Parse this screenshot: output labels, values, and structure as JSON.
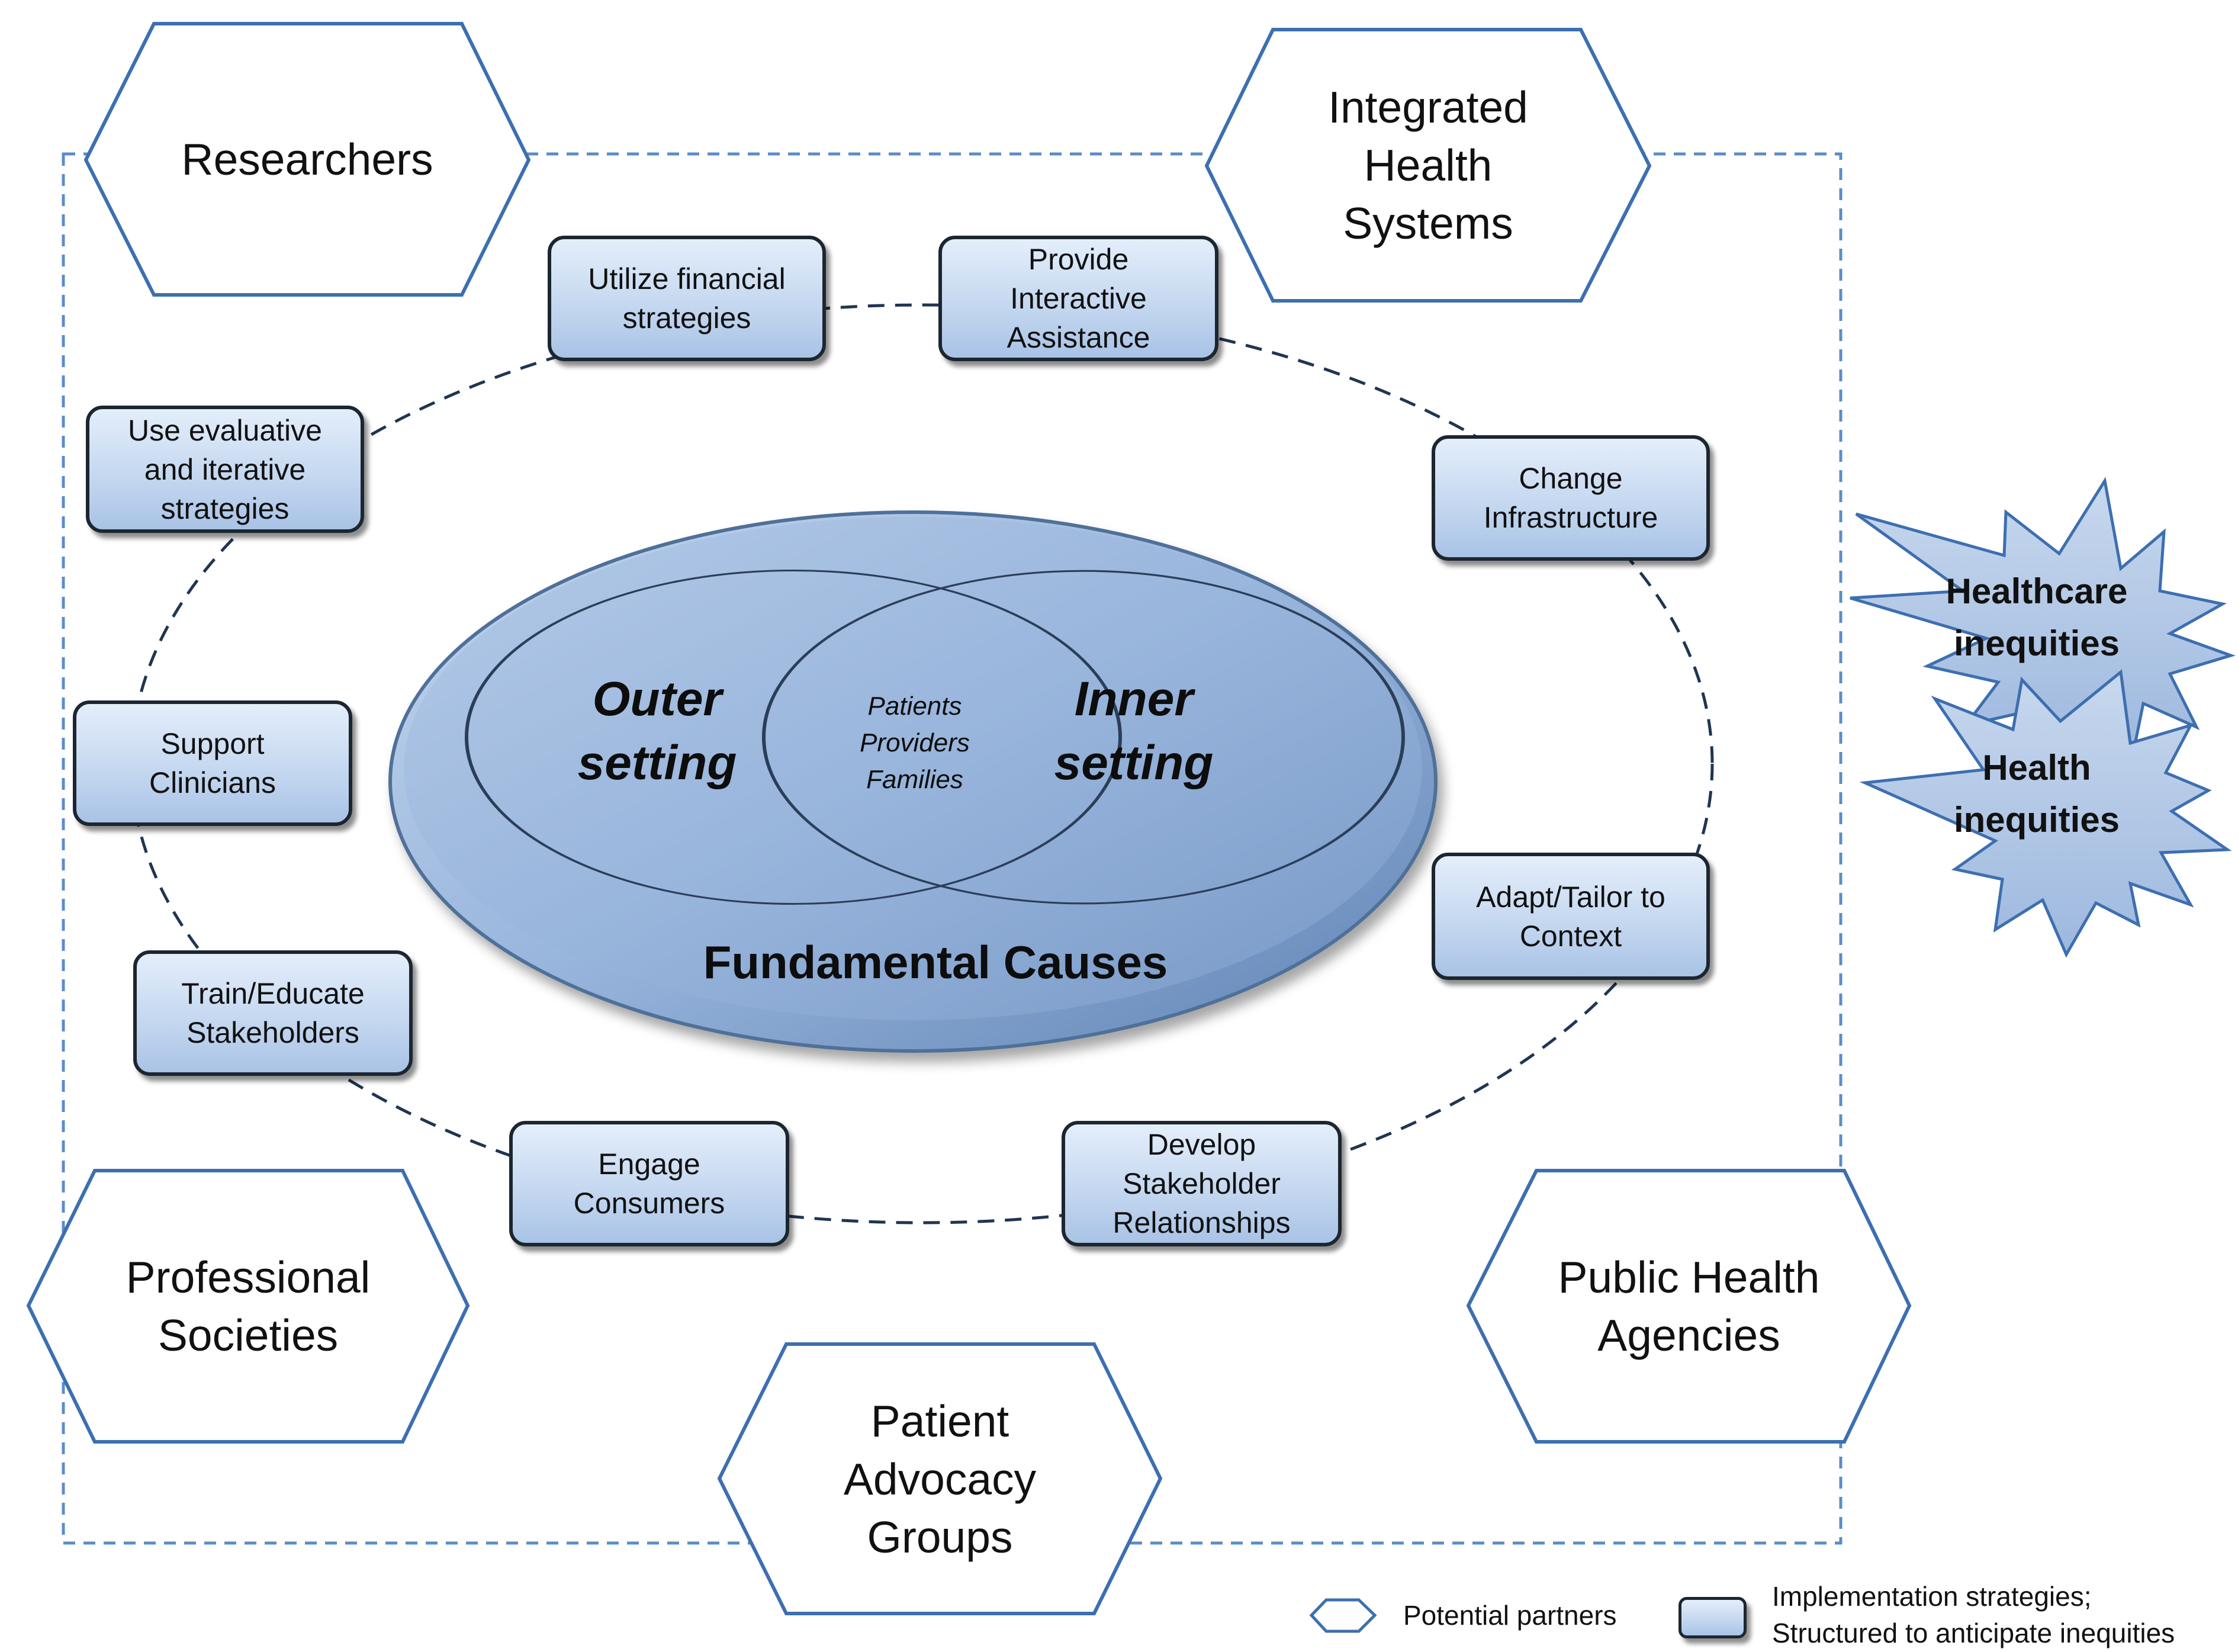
{
  "partners": {
    "researchers": [
      "Researchers"
    ],
    "integrated_health_systems": [
      "Integrated",
      "Health",
      "Systems"
    ],
    "professional_societies": [
      "Professional",
      "Societies"
    ],
    "patient_advocacy_groups": [
      "Patient",
      "Advocacy",
      "Groups"
    ],
    "public_health_agencies": [
      "Public Health",
      "Agencies"
    ]
  },
  "strategies": {
    "utilize_financial": [
      "Utilize financial",
      "strategies"
    ],
    "provide_interactive": [
      "Provide",
      "Interactive",
      "Assistance"
    ],
    "use_evaluative": [
      "Use evaluative",
      "and iterative",
      "strategies"
    ],
    "change_infrastructure": [
      "Change",
      "Infrastructure"
    ],
    "support_clinicians": [
      "Support",
      "Clinicians"
    ],
    "adapt_tailor": [
      "Adapt/Tailor to",
      "Context"
    ],
    "train_educate": [
      "Train/Educate",
      "Stakeholders"
    ],
    "engage_consumers": [
      "Engage",
      "Consumers"
    ],
    "develop_stakeholder": [
      "Develop",
      "Stakeholder",
      "Relationships"
    ]
  },
  "center": {
    "outer": [
      "Outer",
      "setting"
    ],
    "inner": [
      "Inner",
      "setting"
    ],
    "overlap": [
      "Patients",
      "Providers",
      "Families"
    ],
    "fundamental": "Fundamental Causes"
  },
  "inequities": {
    "healthcare": [
      "Healthcare",
      "inequities"
    ],
    "health": [
      "Health",
      "inequities"
    ]
  },
  "legend": {
    "partners": "Potential partners",
    "strategies": [
      "Implementation strategies;",
      "Structured to anticipate inequities"
    ]
  },
  "colors": {
    "hex_stroke": "#3d6fb0",
    "dashed_frame": "#5b8cc8",
    "dashed_ring": "#1f3552",
    "ellipse_fill": "#93b2da",
    "star_fill": "#b4c9e6",
    "box_border": "#1c2630"
  }
}
